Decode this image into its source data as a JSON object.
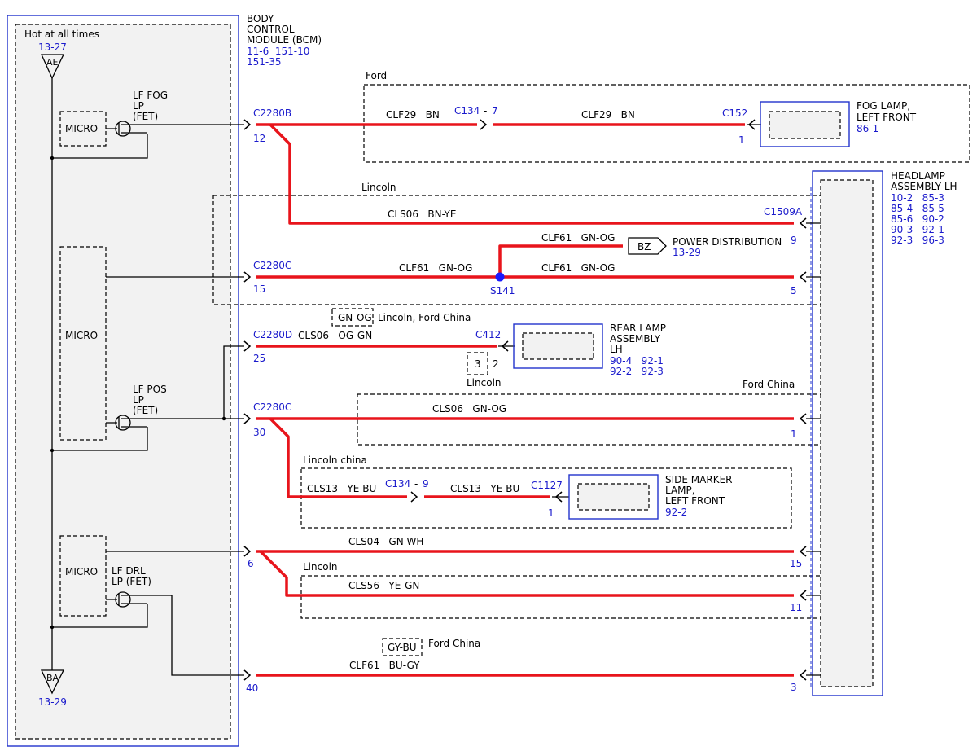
{
  "bcm": {
    "title_lines": [
      "BODY",
      "CONTROL",
      "MODULE (BCM)"
    ],
    "ref_lines": [
      "11-6  151-10",
      "151-35"
    ],
    "hot_label": "Hot at all times",
    "top_ref": "13-27",
    "top_tag": "AE",
    "bottom_tag": "BA",
    "bottom_ref": "13-29",
    "micro": "MICRO",
    "fog_fet_lines": [
      "LF FOG",
      "LP",
      "(FET)"
    ],
    "pos_fet_lines": [
      "LF POS",
      "LP",
      "(FET)"
    ],
    "drl_fet_lines": [
      "LF DRL",
      "LP (FET)"
    ]
  },
  "regions": {
    "ford": "Ford",
    "lincoln_top": "Lincoln",
    "lincoln_ford_china": "Lincoln, Ford China",
    "lincoln_mid": "Lincoln",
    "ford_china_mid": "Ford China",
    "lincoln_china": "Lincoln china",
    "lincoln_low": "Lincoln",
    "ford_china_low": "Ford China"
  },
  "connectors": {
    "c2280b": "C2280B",
    "c2280b_pin": "12",
    "c134a": "C134",
    "c134a_pin": "7",
    "c152": "C152",
    "c152_pin": "1",
    "c1509a": "C1509A",
    "c1509a_pin9": "9",
    "c2280c_1": "C2280C",
    "c2280c_1_pin": "15",
    "s141": "S141",
    "hl_pin5": "5",
    "c2280d": "C2280D",
    "c2280d_pin": "25",
    "c412": "C412",
    "c412_pin": "2",
    "c412_alt_pin": "3",
    "c2280c_2": "C2280C",
    "c2280c_2_pin": "30",
    "hl_pin1": "1",
    "c134b": "C134",
    "c134b_pin": "9",
    "c1127": "C1127",
    "c1127_pin": "1",
    "bcm_pin6": "6",
    "hl_pin15": "15",
    "hl_pin11": "11",
    "bcm_pin40": "40",
    "hl_pin3": "3",
    "dash_sep": "-"
  },
  "wires": {
    "clf29_bn_1": "CLF29   BN",
    "clf29_bn_2": "CLF29   BN",
    "cls06_bnye": "CLS06   BN-YE",
    "clf61_gnog_up": "CLF61   GN-OG",
    "clf61_gnog_l": "CLF61   GN-OG",
    "clf61_gnog_r": "CLF61   GN-OG",
    "gnog_alt": "GN-OG",
    "cls06_oggn": "CLS06   OG-GN",
    "cls06_gnog": "CLS06   GN-OG",
    "cls13_yebu_1": "CLS13   YE-BU",
    "cls13_yebu_2": "CLS13   YE-BU",
    "cls04_gnwh": "CLS04   GN-WH",
    "cls56_yegn": "CLS56   YE-GN",
    "gybu_alt": "GY-BU",
    "clf61_bugy": "CLF61   BU-GY"
  },
  "components": {
    "fog_lamp": {
      "lines": [
        "FOG LAMP,",
        "LEFT FRONT"
      ],
      "ref": "86-1"
    },
    "headlamp": {
      "lines": [
        "HEADLAMP",
        "ASSEMBLY LH"
      ],
      "refs": [
        "10-2   85-3",
        "85-4   85-5",
        "85-6   90-2",
        "90-3   92-1",
        "92-3   96-3"
      ]
    },
    "power_dist": {
      "tag": "BZ",
      "label": "POWER DISTRIBUTION",
      "ref": "13-29"
    },
    "rear_lamp": {
      "lines": [
        "REAR LAMP",
        "ASSEMBLY",
        "LH"
      ],
      "refs": [
        "90-4   92-1",
        "92-2   92-3"
      ]
    },
    "side_marker": {
      "lines": [
        "SIDE MARKER",
        "LAMP,",
        "LEFT FRONT"
      ],
      "ref": "92-2"
    }
  }
}
